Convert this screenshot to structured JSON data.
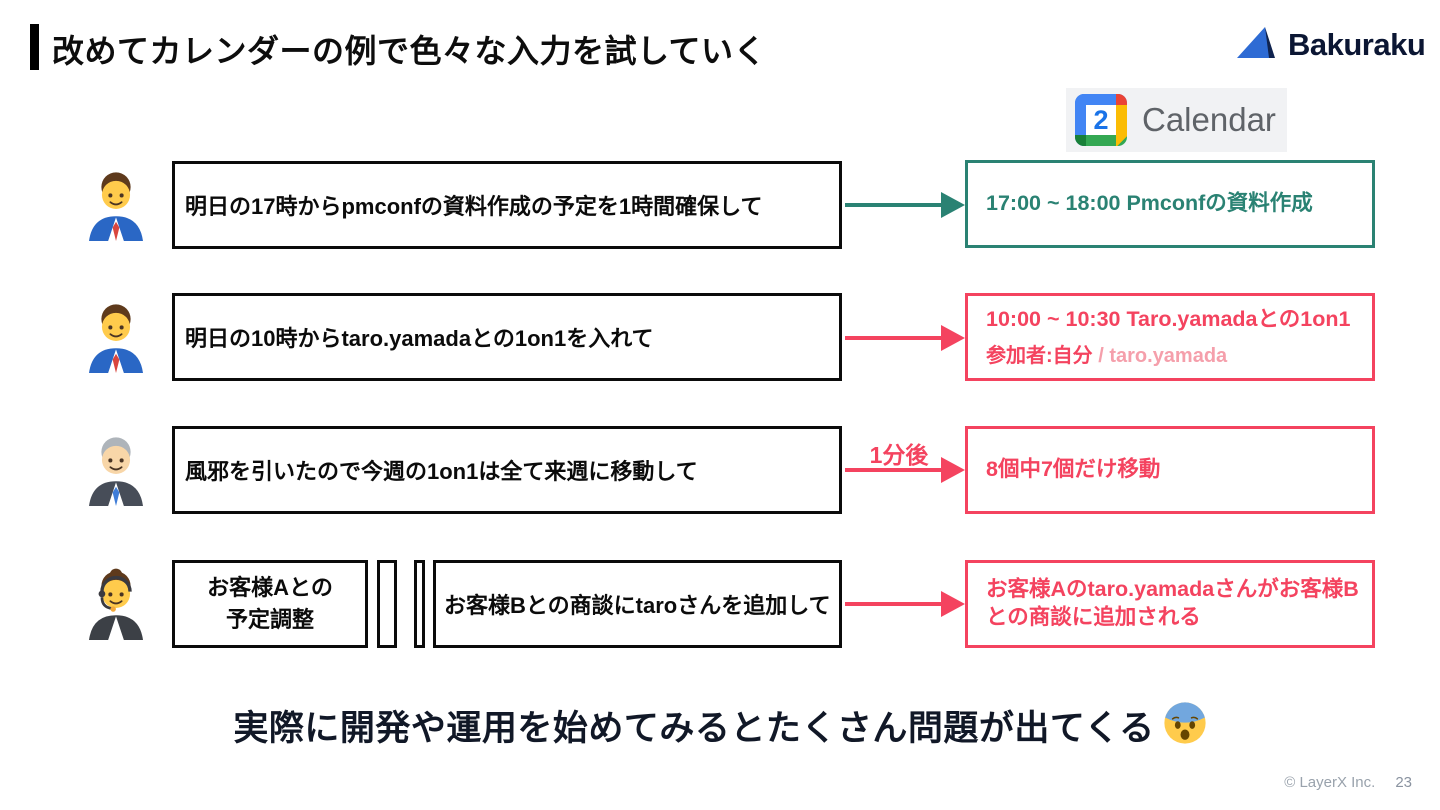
{
  "slide": {
    "title": "改めてカレンダーの例で色々な入力を試していく",
    "brand": {
      "name": "Bakuraku",
      "icon": "bakuraku-logo-icon"
    },
    "calendar_logo": {
      "label": "Calendar",
      "icon": "google-calendar-icon",
      "number": "2"
    },
    "colors": {
      "success": "#2A8273",
      "error": "#F4435F",
      "error_light": "#F59FAB"
    },
    "rows": [
      {
        "persona": "businessman-emoji",
        "input": "明日の17時からpmconfの資料作成の予定を1時間確保して",
        "result": "17:00 ~ 18:00 Pmconfの資料作成",
        "status": "success"
      },
      {
        "persona": "businessman-emoji",
        "input": "明日の10時からtaro.yamadaとの1on1を入れて",
        "result": "10:00 ~ 10:30 Taro.yamadaとの1on1",
        "participants_label": "参加者:自分",
        "participants_extra": "/ taro.yamada",
        "status": "error"
      },
      {
        "persona": "gray-haired-businessman-emoji",
        "input": "風邪を引いたので今週の1on1は全て来週に移動して",
        "arrow_label": "1分後",
        "result": "8個中7個だけ移動",
        "status": "error"
      },
      {
        "persona": "woman-with-headset-emoji",
        "input_a_line1": "お客様Aとの",
        "input_a_line2": "予定調整",
        "input_b": "お客様Bとの商談にtaroさんを追加して",
        "result": "お客様Aのtaro.yamadaさんがお客様Bとの商談に追加される",
        "status": "error"
      }
    ],
    "conclusion": {
      "text": "実際に開発や運用を始めてみるとたくさん問題が出てくる",
      "emoji": "fearful-face-emoji"
    },
    "footer": {
      "copyright": "© LayerX Inc.",
      "page": "23"
    }
  }
}
